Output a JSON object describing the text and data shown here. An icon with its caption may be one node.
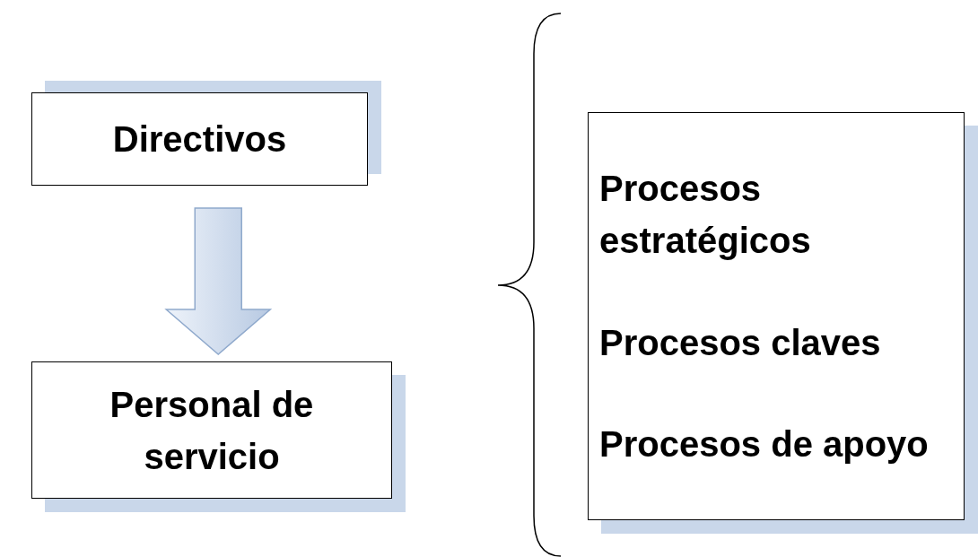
{
  "diagram": {
    "nodes": [
      {
        "text": [
          "Directivos"
        ]
      },
      {
        "text": [
          "Personal de servicio"
        ]
      },
      {
        "text": [
          "Procesos estratégicos",
          "Procesos claves",
          "Procesos de apoyo"
        ]
      }
    ],
    "edges": [
      {
        "from": 0,
        "to": 1,
        "arrow": "to"
      }
    ]
  }
}
